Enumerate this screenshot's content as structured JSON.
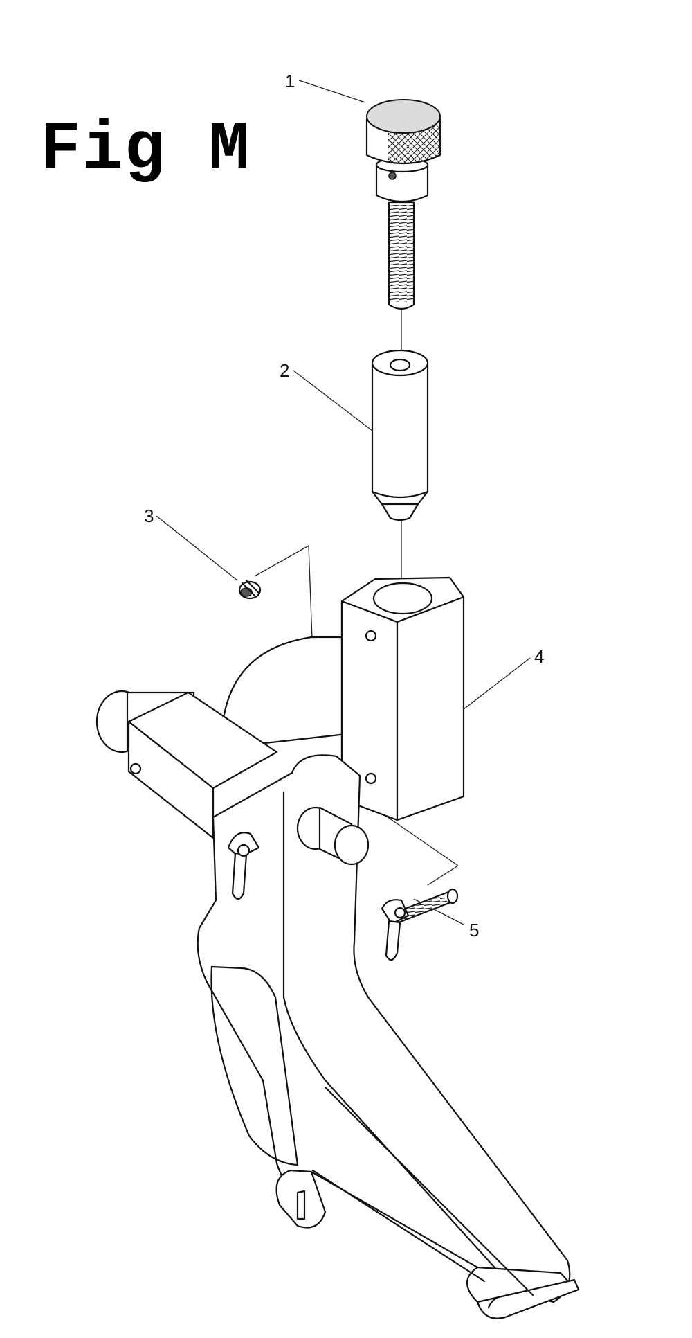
{
  "figure": {
    "title": "Fig M"
  },
  "callouts": [
    {
      "id": "1",
      "label": "1"
    },
    {
      "id": "2",
      "label": "2"
    },
    {
      "id": "3",
      "label": "3"
    },
    {
      "id": "4",
      "label": "4"
    },
    {
      "id": "5",
      "label": "5"
    }
  ],
  "colors": {
    "line": "#111111",
    "background": "#ffffff"
  }
}
